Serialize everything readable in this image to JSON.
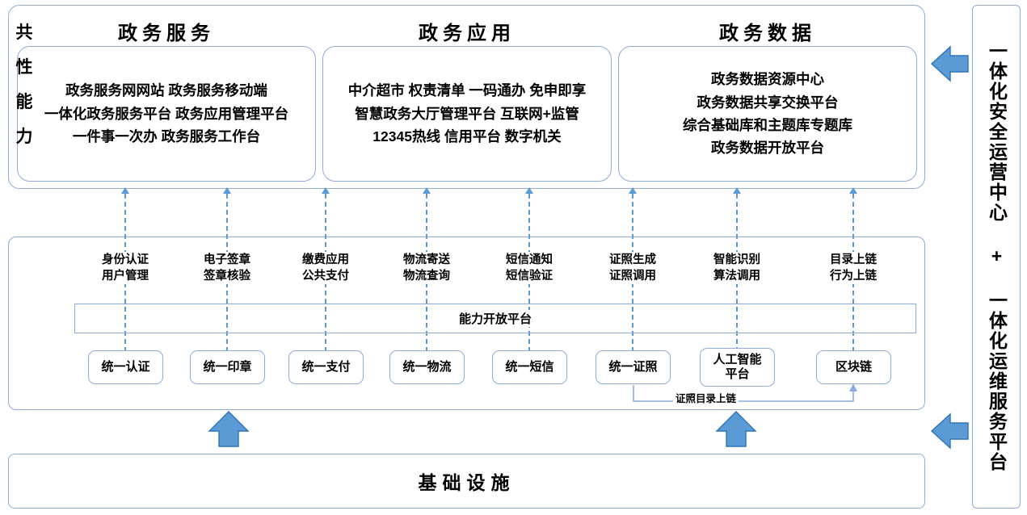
{
  "diagram": {
    "title_colors": {
      "border": "#8faadc",
      "arrow_fill": "#5b9bd5",
      "arrow_stroke": "#2e74b5",
      "dash": "#5b9bd5"
    },
    "top_layer": {
      "columns": [
        {
          "title": "政务服务",
          "lines": [
            "政务服务网网站 政务服务移动端",
            "一体化政务服务平台 政务应用管理平台",
            "一件事一次办 政务服务工作台"
          ]
        },
        {
          "title": "政务应用",
          "lines": [
            "中介超市 权责清单 一码通办 免申即享",
            "智慧政务大厅管理平台 互联网+监管",
            "12345热线 信用平台 数字机关"
          ]
        },
        {
          "title": "政务数据",
          "lines": [
            "政务数据资源中心",
            "政务数据共享交换平台",
            "综合基础库和主题库专题库",
            "政务数据开放平台"
          ]
        }
      ]
    },
    "mid_layer": {
      "side_label_chars": [
        "共",
        "性",
        "能",
        "力"
      ],
      "open_platform_label": "能力开放平台",
      "chain_connector_label": "证照目录上链",
      "capabilities": [
        {
          "label_top": "身份认证",
          "label_bottom": "用户管理",
          "box": "统一认证",
          "box_line2": ""
        },
        {
          "label_top": "电子签章",
          "label_bottom": "签章核验",
          "box": "统一印章",
          "box_line2": ""
        },
        {
          "label_top": "缴费应用",
          "label_bottom": "公共支付",
          "box": "统一支付",
          "box_line2": ""
        },
        {
          "label_top": "物流寄送",
          "label_bottom": "物流查询",
          "box": "统一物流",
          "box_line2": ""
        },
        {
          "label_top": "短信通知",
          "label_bottom": "短信验证",
          "box": "统一短信",
          "box_line2": ""
        },
        {
          "label_top": "证照生成",
          "label_bottom": "证照调用",
          "box": "统一证照",
          "box_line2": ""
        },
        {
          "label_top": "智能识别",
          "label_bottom": "算法调用",
          "box": "人工智能",
          "box_line2": "平台"
        },
        {
          "label_top": "目录上链",
          "label_bottom": "行为上链",
          "box": "区块链",
          "box_line2": ""
        }
      ]
    },
    "bottom_layer": {
      "title": "基础设施"
    },
    "right_layer": {
      "title": "一体化安全运营中心 + 一体化运维服务平台"
    }
  }
}
